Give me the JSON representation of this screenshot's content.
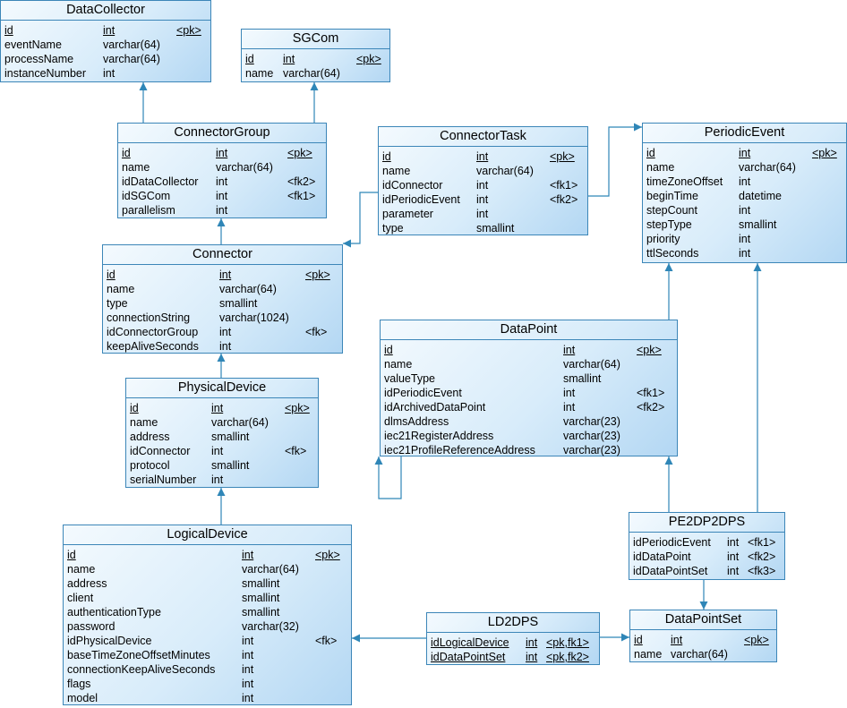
{
  "entities": {
    "DataCollector": {
      "title": "DataCollector",
      "rows": [
        {
          "n": "id",
          "t": "int",
          "k": "<pk>"
        },
        {
          "n": "eventName",
          "t": "varchar(64)",
          "k": ""
        },
        {
          "n": "processName",
          "t": "varchar(64)",
          "k": ""
        },
        {
          "n": "instanceNumber",
          "t": "int",
          "k": ""
        }
      ]
    },
    "SGCom": {
      "title": "SGCom",
      "rows": [
        {
          "n": "id",
          "t": "int",
          "k": "<pk>"
        },
        {
          "n": "name",
          "t": "varchar(64)",
          "k": ""
        }
      ]
    },
    "ConnectorGroup": {
      "title": "ConnectorGroup",
      "rows": [
        {
          "n": "id",
          "t": "int",
          "k": "<pk>"
        },
        {
          "n": "name",
          "t": "varchar(64)",
          "k": ""
        },
        {
          "n": "idDataCollector",
          "t": "int",
          "k": "<fk2>"
        },
        {
          "n": "idSGCom",
          "t": "int",
          "k": "<fk1>"
        },
        {
          "n": "parallelism",
          "t": "int",
          "k": ""
        }
      ]
    },
    "ConnectorTask": {
      "title": "ConnectorTask",
      "rows": [
        {
          "n": "id",
          "t": "int",
          "k": "<pk>"
        },
        {
          "n": "name",
          "t": "varchar(64)",
          "k": ""
        },
        {
          "n": "idConnector",
          "t": "int",
          "k": "<fk1>"
        },
        {
          "n": "idPeriodicEvent",
          "t": "int",
          "k": "<fk2>"
        },
        {
          "n": "parameter",
          "t": "int",
          "k": ""
        },
        {
          "n": "type",
          "t": "smallint",
          "k": ""
        }
      ]
    },
    "PeriodicEvent": {
      "title": "PeriodicEvent",
      "rows": [
        {
          "n": "id",
          "t": "int",
          "k": "<pk>"
        },
        {
          "n": "name",
          "t": "varchar(64)",
          "k": ""
        },
        {
          "n": "timeZoneOffset",
          "t": "int",
          "k": ""
        },
        {
          "n": "beginTime",
          "t": "datetime",
          "k": ""
        },
        {
          "n": "stepCount",
          "t": "int",
          "k": ""
        },
        {
          "n": "stepType",
          "t": "smallint",
          "k": ""
        },
        {
          "n": "priority",
          "t": "int",
          "k": ""
        },
        {
          "n": "ttlSeconds",
          "t": "int",
          "k": ""
        }
      ]
    },
    "Connector": {
      "title": "Connector",
      "rows": [
        {
          "n": "id",
          "t": "int",
          "k": "<pk>"
        },
        {
          "n": "name",
          "t": "varchar(64)",
          "k": ""
        },
        {
          "n": "type",
          "t": "smallint",
          "k": ""
        },
        {
          "n": "connectionString",
          "t": "varchar(1024)",
          "k": ""
        },
        {
          "n": "idConnectorGroup",
          "t": "int",
          "k": "<fk>"
        },
        {
          "n": "keepAliveSeconds",
          "t": "int",
          "k": ""
        }
      ]
    },
    "DataPoint": {
      "title": "DataPoint",
      "rows": [
        {
          "n": "id",
          "t": "int",
          "k": "<pk>"
        },
        {
          "n": "name",
          "t": "varchar(64)",
          "k": ""
        },
        {
          "n": "valueType",
          "t": "smallint",
          "k": ""
        },
        {
          "n": "idPeriodicEvent",
          "t": "int",
          "k": "<fk1>"
        },
        {
          "n": "idArchivedDataPoint",
          "t": "int",
          "k": "<fk2>"
        },
        {
          "n": "dlmsAddress",
          "t": "varchar(23)",
          "k": ""
        },
        {
          "n": "iec21RegisterAddress",
          "t": "varchar(23)",
          "k": ""
        },
        {
          "n": "iec21ProfileReferenceAddress",
          "t": "varchar(23)",
          "k": ""
        }
      ]
    },
    "PhysicalDevice": {
      "title": "PhysicalDevice",
      "rows": [
        {
          "n": "id",
          "t": "int",
          "k": "<pk>"
        },
        {
          "n": "name",
          "t": "varchar(64)",
          "k": ""
        },
        {
          "n": "address",
          "t": "smallint",
          "k": ""
        },
        {
          "n": "idConnector",
          "t": "int",
          "k": "<fk>"
        },
        {
          "n": "protocol",
          "t": "smallint",
          "k": ""
        },
        {
          "n": "serialNumber",
          "t": "int",
          "k": ""
        }
      ]
    },
    "PE2DP2DPS": {
      "title": "PE2DP2DPS",
      "rows": [
        {
          "n": "idPeriodicEvent",
          "t": "int",
          "k": "<fk1>"
        },
        {
          "n": "idDataPoint",
          "t": "int",
          "k": "<fk2>"
        },
        {
          "n": "idDataPointSet",
          "t": "int",
          "k": "<fk3>"
        }
      ]
    },
    "LogicalDevice": {
      "title": "LogicalDevice",
      "rows": [
        {
          "n": "id",
          "t": "int",
          "k": "<pk>"
        },
        {
          "n": "name",
          "t": "varchar(64)",
          "k": ""
        },
        {
          "n": "address",
          "t": "smallint",
          "k": ""
        },
        {
          "n": "client",
          "t": "smallint",
          "k": ""
        },
        {
          "n": "authenticationType",
          "t": "smallint",
          "k": ""
        },
        {
          "n": "password",
          "t": "varchar(32)",
          "k": ""
        },
        {
          "n": "idPhysicalDevice",
          "t": "int",
          "k": "<fk>"
        },
        {
          "n": "baseTimeZoneOffsetMinutes",
          "t": "int",
          "k": ""
        },
        {
          "n": "connectionKeepAliveSeconds",
          "t": "int",
          "k": ""
        },
        {
          "n": "flags",
          "t": "int",
          "k": ""
        },
        {
          "n": "model",
          "t": "int",
          "k": ""
        }
      ]
    },
    "LD2DPS": {
      "title": "LD2DPS",
      "rows": [
        {
          "n": "idLogicalDevice",
          "t": "int",
          "k": "<pk,fk1>"
        },
        {
          "n": "idDataPointSet",
          "t": "int",
          "k": "<pk,fk2>"
        }
      ]
    },
    "DataPointSet": {
      "title": "DataPointSet",
      "rows": [
        {
          "n": "id",
          "t": "int",
          "k": "<pk>"
        },
        {
          "n": "name",
          "t": "varchar(64)",
          "k": ""
        }
      ]
    }
  },
  "colors": {
    "border": "#3c86b8",
    "line": "#2f86b7"
  }
}
